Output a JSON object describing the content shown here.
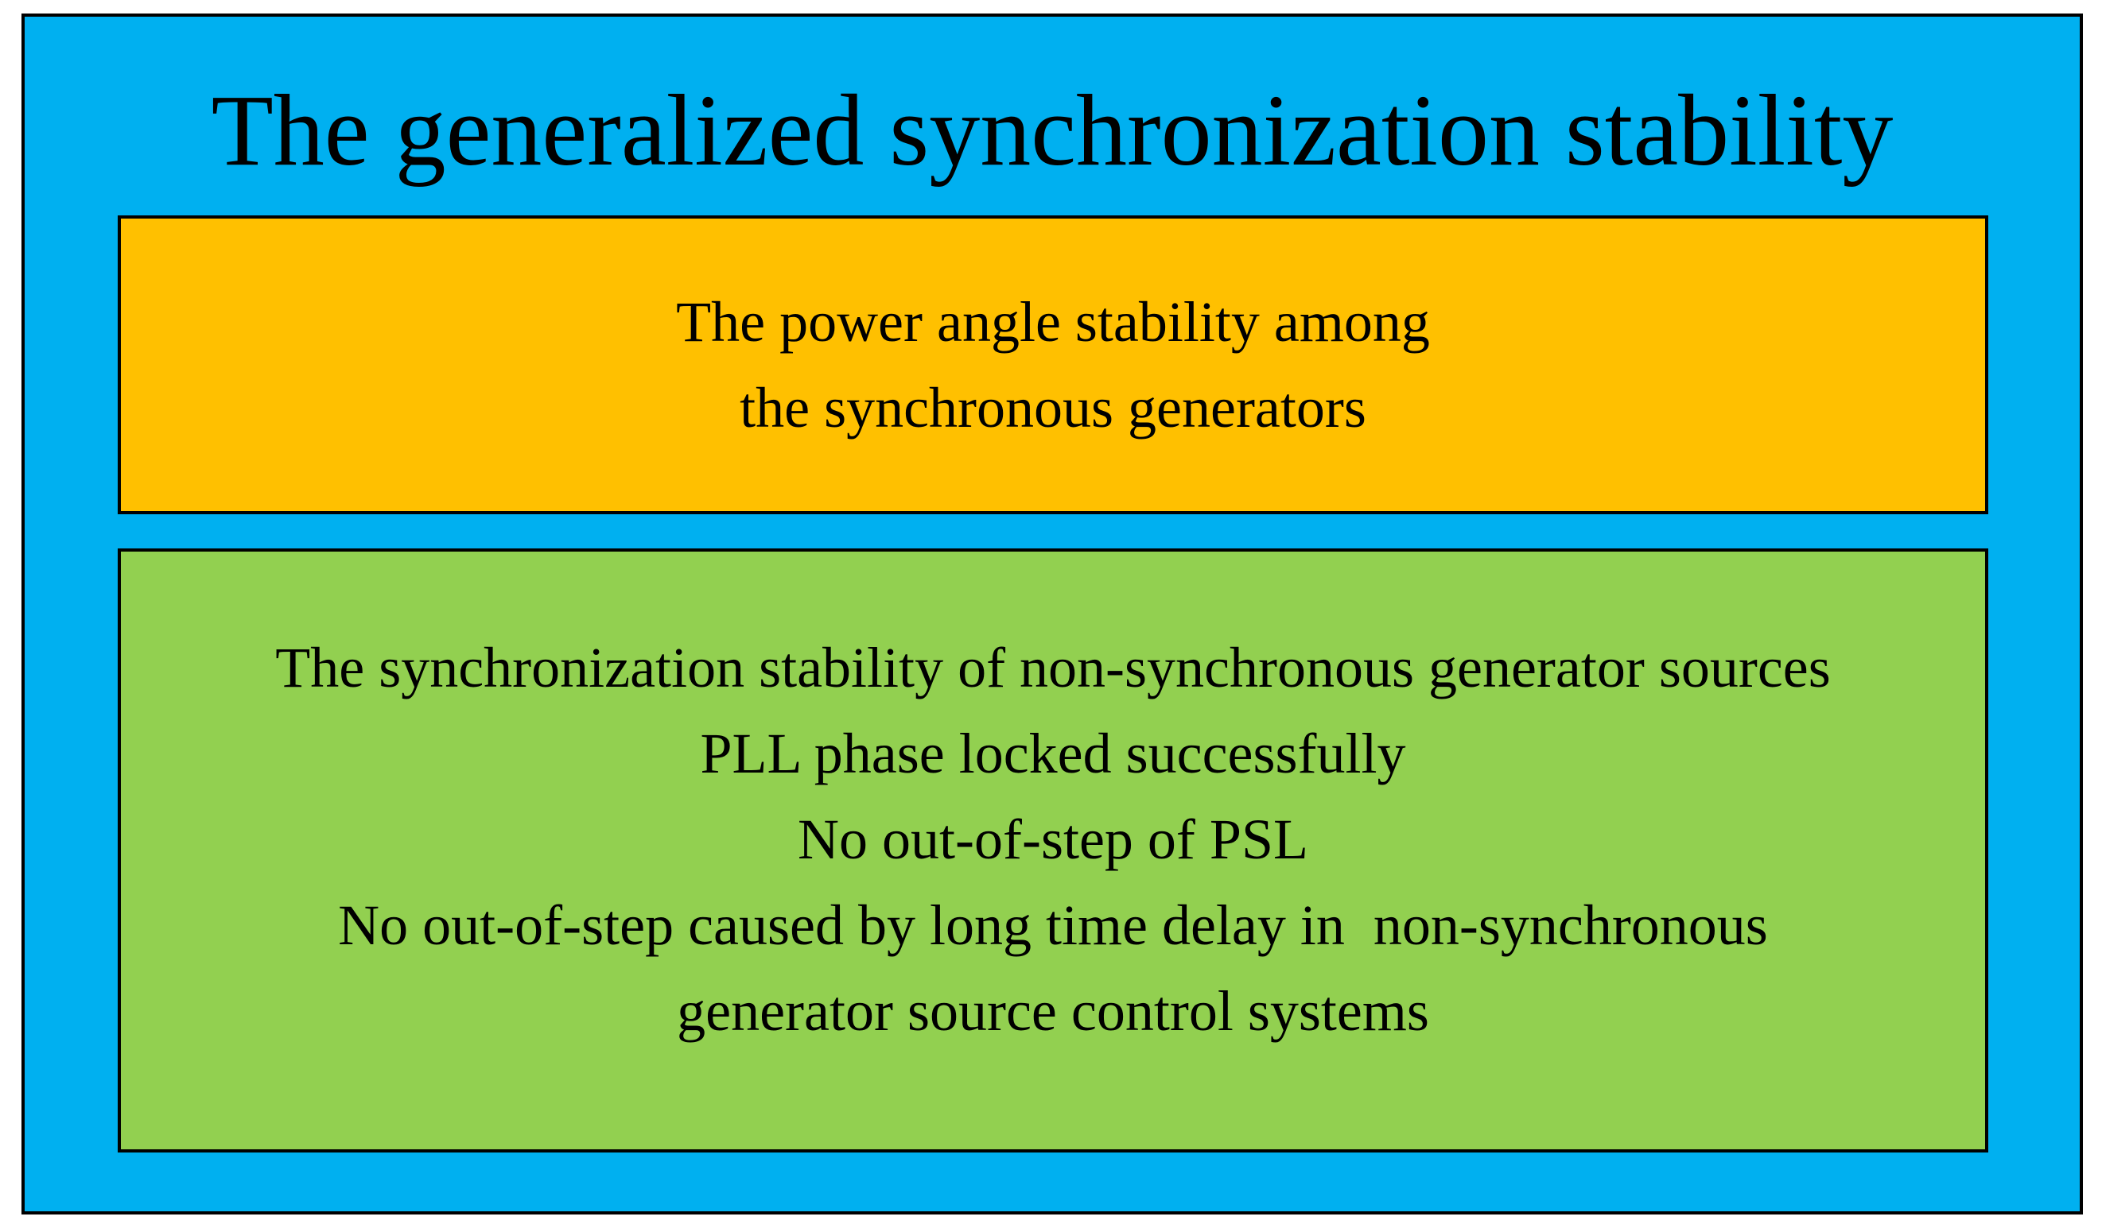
{
  "diagram": {
    "title": "The generalized synchronization stability",
    "colors": {
      "outer_fill": "#00B0F0",
      "top_box_fill": "#FFC000",
      "bottom_box_fill": "#92D050",
      "border": "#000000"
    },
    "top_box": {
      "lines": [
        "The power angle stability among",
        "the synchronous generators"
      ]
    },
    "bottom_box": {
      "lines": [
        "The synchronization stability of non-synchronous generator sources",
        "PLL phase locked successfully",
        "No out-of-step of PSL",
        "No out-of-step caused by long time delay in  non-synchronous",
        "generator source control systems"
      ]
    }
  }
}
